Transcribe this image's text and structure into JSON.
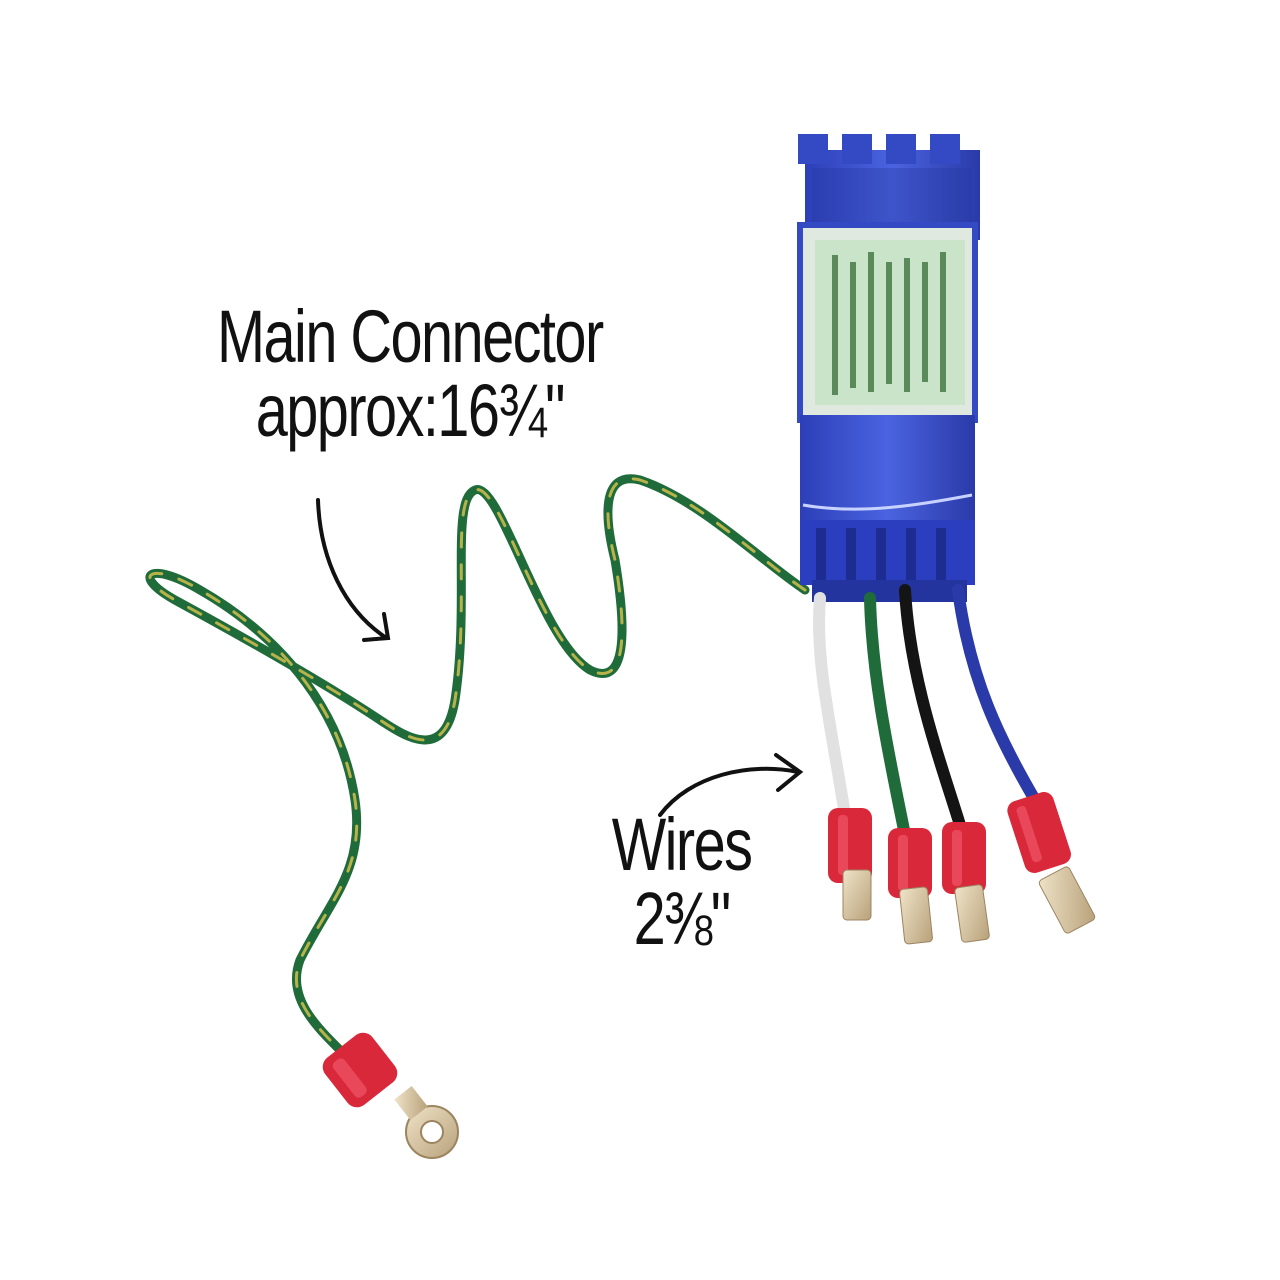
{
  "callouts": {
    "main_connector": {
      "line1": "Main Connector",
      "line2": "approx:16¾\""
    },
    "wires": {
      "line1": "Wires",
      "line2": "2⅜\""
    }
  },
  "colors": {
    "module_blue": "#3a4fcf",
    "wire_green": "#1f6b3a",
    "wire_yellow_stripe": "#b8b24a",
    "terminal_red": "#d8283a",
    "terminal_metal": "#c9b08a"
  }
}
